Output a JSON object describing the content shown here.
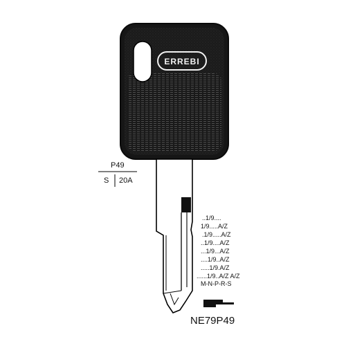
{
  "brand_logo_text": "ERREBI",
  "dimensions": {
    "top": "P49",
    "bottom_left": "S",
    "bottom_right": "20A"
  },
  "cut_codes": [
    "..1/9....",
    "1/9.....A/Z",
    ".1/9.....A/Z",
    "..1/9....A/Z",
    "...1/9...A/Z",
    "....1/9..A/Z",
    ".....1/9.A/Z",
    "......1/9..A/Z A/Z",
    "M-N-P-R-S"
  ],
  "part_number": "NE79P49",
  "colors": {
    "head": "#1a1a1a",
    "outline": "#111111",
    "texture_light": "#4a4a4a",
    "logo_fill": "#f2f2f2"
  }
}
